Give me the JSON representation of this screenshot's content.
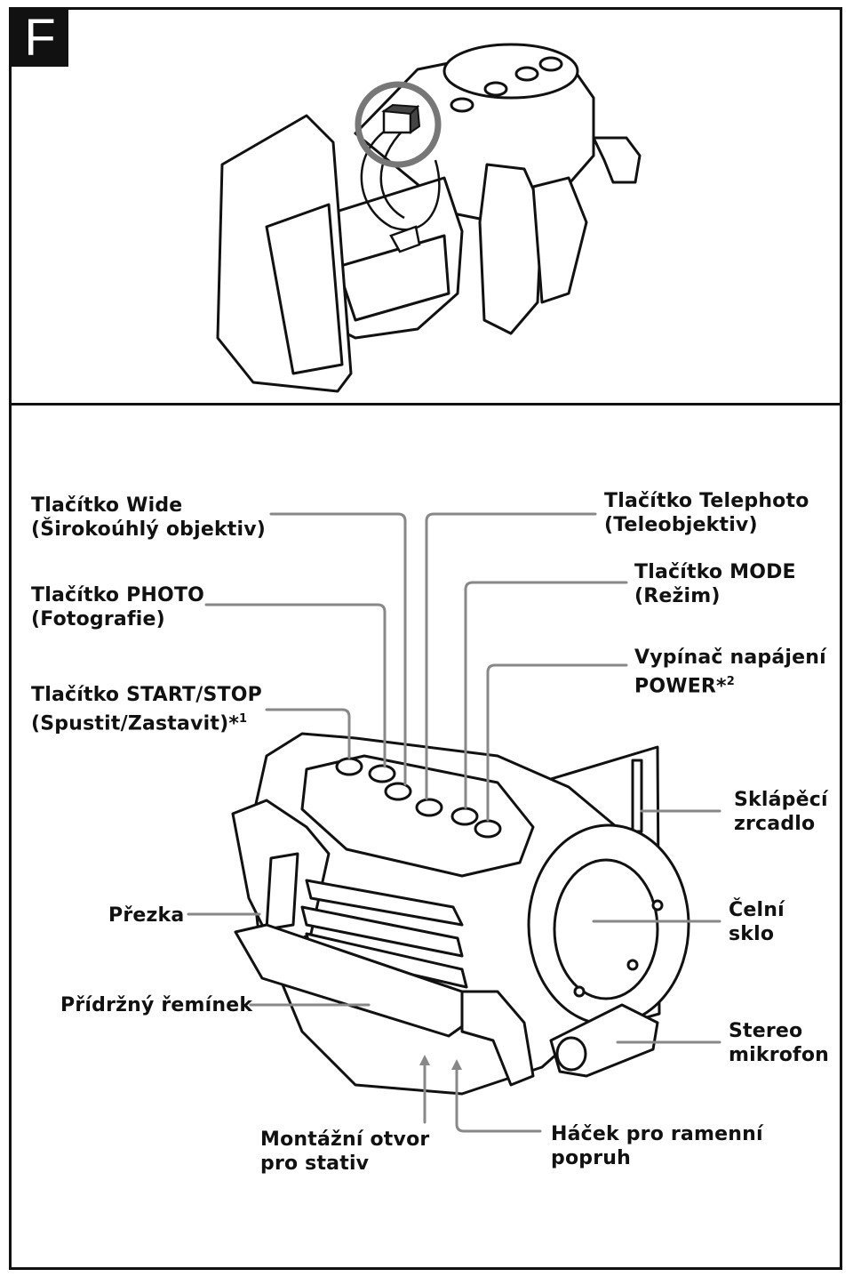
{
  "section_label": "F",
  "labels": {
    "wide_button": {
      "line1": "Tlačítko Wide",
      "line2": "(Širokoúhlý objektiv)"
    },
    "photo_button": {
      "line1": "Tlačítko PHOTO",
      "line2": "(Fotografie)"
    },
    "start_stop_button": {
      "line1": "Tlačítko START/STOP",
      "line2": "(Spustit/Zastavit)*",
      "sup": "1"
    },
    "telephoto_button": {
      "line1": "Tlačítko Telephoto",
      "line2": "(Teleobjektiv)"
    },
    "mode_button": {
      "line1": "Tlačítko MODE",
      "line2": "(Režim)"
    },
    "power_switch": {
      "line1": "Vypínač napájení",
      "line2": "POWER*",
      "sup": "2"
    },
    "flip_mirror": {
      "line1": "Sklápěcí",
      "line2": "zrcadlo"
    },
    "front_glass": {
      "line1": "Čelní",
      "line2": "sklo"
    },
    "buckle": {
      "line1": "Přezka"
    },
    "grip_strap": {
      "line1": "Přídržný řemínek"
    },
    "stereo_mic": {
      "line1": "Stereo",
      "line2": "mikrofon"
    },
    "tripod_socket": {
      "line1": "Montážní otvor",
      "line2": "pro stativ"
    },
    "shoulder_strap_hook": {
      "line1": "Háček pro ramenní",
      "line2": "popruh"
    }
  }
}
